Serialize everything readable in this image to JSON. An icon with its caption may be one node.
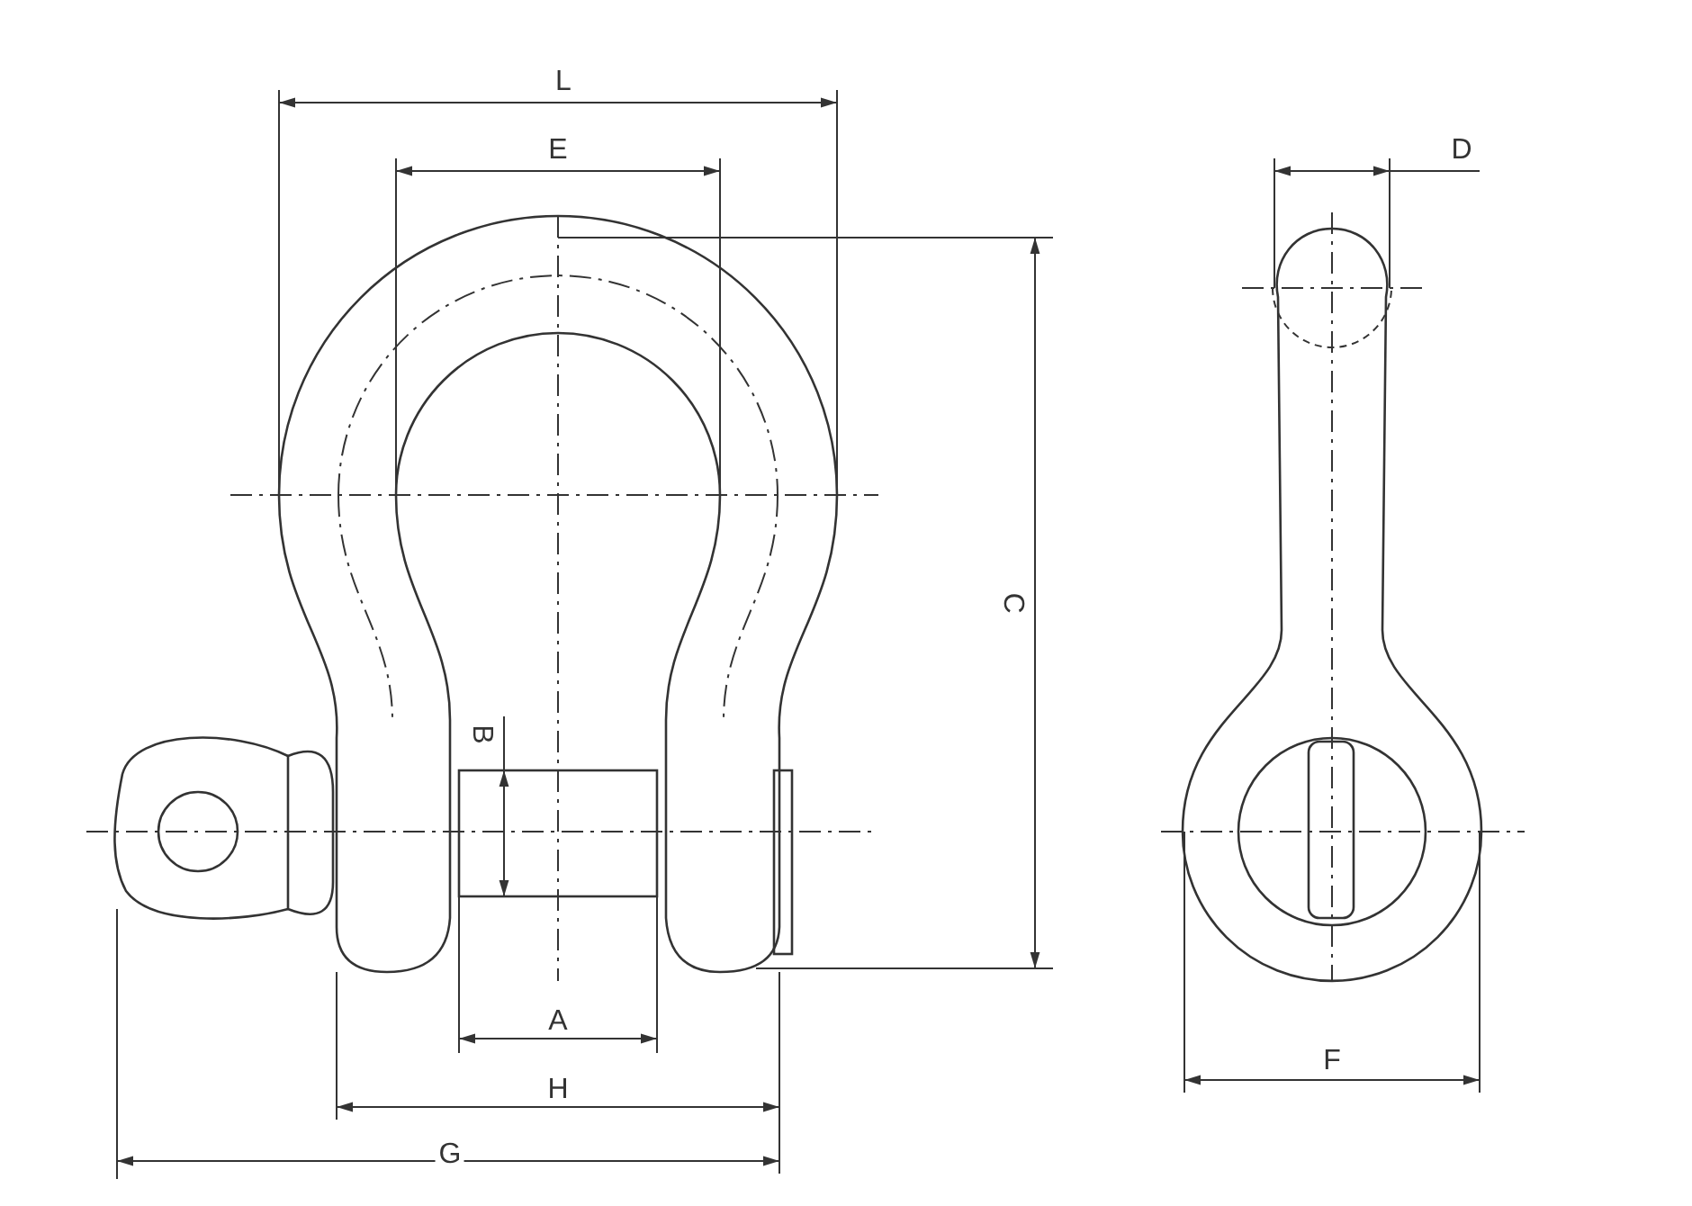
{
  "diagram": {
    "labels": [
      "L",
      "E",
      "D",
      "C",
      "B",
      "A",
      "F",
      "H",
      "G"
    ]
  }
}
